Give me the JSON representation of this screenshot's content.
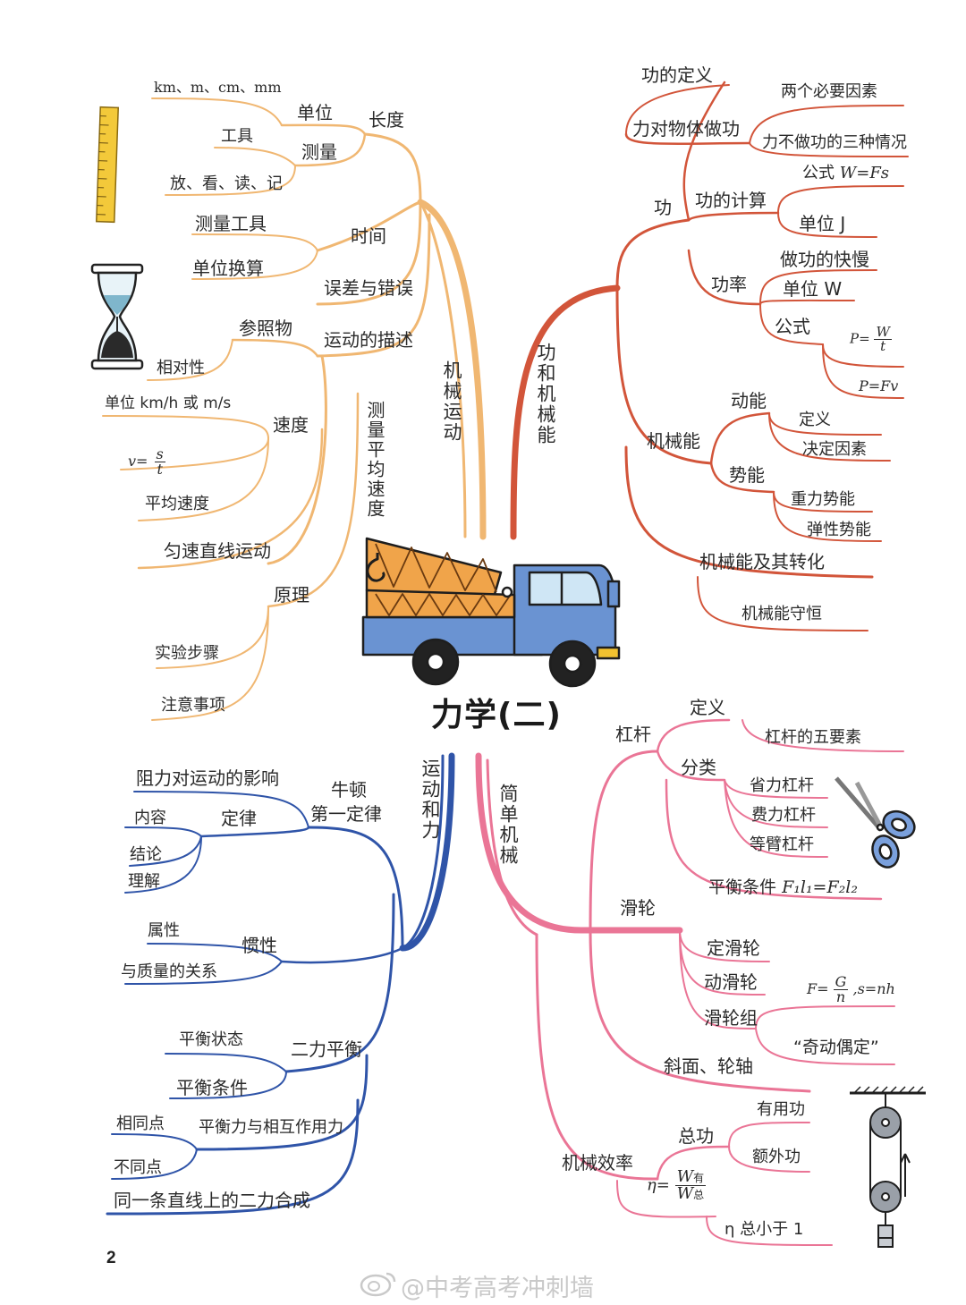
{
  "title": "力学(二)",
  "page_number": "2",
  "watermark": "@中考高考冲刺墙",
  "colors": {
    "mechanics": "#f0b772",
    "work": "#d2553a",
    "force": "#2f54a8",
    "simple": "#ea7596"
  },
  "branches": {
    "mechanics": {
      "root": "机械运动",
      "length": "长度",
      "unit": "单位",
      "units_list": "km、m、cm、mm",
      "measure": "测量",
      "tool": "工具",
      "steps": "放、看、读、记",
      "time": "时间",
      "time_tool": "测量工具",
      "unit_convert": "单位换算",
      "error": "误差与错误",
      "motion_desc": "运动的描述",
      "reference": "参照物",
      "relativity": "相对性",
      "speed": "速度",
      "speed_unit": "单位 km/h 或 m/s",
      "speed_formula_lhs": "v=",
      "speed_formula_num": "s",
      "speed_formula_den": "t",
      "avg_speed": "平均速度",
      "uniform": "匀速直线运动",
      "measure_avg": "测量平均速度",
      "principle": "原理",
      "exp_steps": "实验步骤",
      "notes": "注意事项"
    },
    "work": {
      "root": "功和机械能",
      "def": "功的定义",
      "doing_work": "力对物体做功",
      "two_factors": "两个必要因素",
      "three_cases": "力不做功的三种情况",
      "work": "功",
      "calc": "功的计算",
      "formula_label": "公式",
      "formula_w": "W=Fs",
      "unit_j": "单位 J",
      "power": "功率",
      "power_meaning": "做功的快慢",
      "unit_w": "单位 W",
      "power_formula_label": "公式",
      "p_lhs": "P=",
      "p_num": "W",
      "p_den": "t",
      "p_fv": "P=Fv",
      "mech_energy": "机械能",
      "kinetic": "动能",
      "definition": "定义",
      "factors": "决定因素",
      "potential": "势能",
      "gravity_pe": "重力势能",
      "elastic_pe": "弹性势能",
      "conversion": "机械能及其转化",
      "conservation": "机械能守恒"
    },
    "force": {
      "root": "运动和力",
      "newton": "牛顿",
      "newton2": "第一定律",
      "resistance": "阻力对运动的影响",
      "law": "定律",
      "content": "内容",
      "conclusion": "结论",
      "understanding": "理解",
      "inertia": "惯性",
      "property": "属性",
      "mass_relation": "与质量的关系",
      "two_force": "二力平衡",
      "eq_state": "平衡状态",
      "eq_condition": "平衡条件",
      "action_reaction": "平衡力与相互作用力",
      "same": "相同点",
      "diff": "不同点",
      "resultant": "同一条直线上的二力合成"
    },
    "simple": {
      "root": "简单机械",
      "lever": "杠杆",
      "definition": "定义",
      "five": "杠杆的五要素",
      "category": "分类",
      "effort_saving": "省力杠杆",
      "effort_costing": "费力杠杆",
      "equal_arm": "等臂杠杆",
      "balance": "平衡条件",
      "balance_formula": "F₁l₁=F₂l₂",
      "pulley": "滑轮",
      "fixed": "定滑轮",
      "movable": "动滑轮",
      "block": "滑轮组",
      "f_lhs": "F=",
      "f_num": "G",
      "f_den": "n",
      "f_rest": ",s=nh",
      "odd_even": "“奇动偶定”",
      "incline": "斜面、轮轴",
      "efficiency": "机械效率",
      "total": "总功",
      "useful": "有用功",
      "extra": "额外功",
      "eta_lhs": "η=",
      "eta_num": "W",
      "eta_num_sub": "有",
      "eta_den": "W",
      "eta_den_sub": "总",
      "eta_less": "η 总小于 1"
    }
  }
}
